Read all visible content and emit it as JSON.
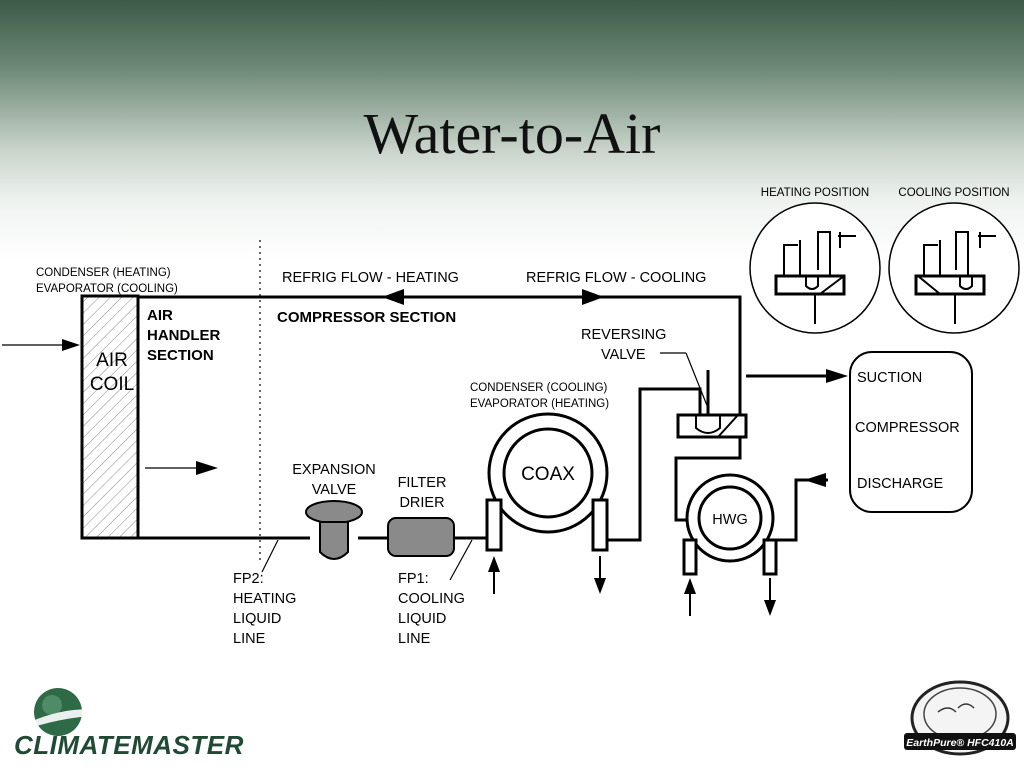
{
  "title": "Water-to-Air",
  "labels": {
    "condenser_heating": "CONDENSER (HEATING)",
    "evaporator_cooling": "EVAPORATOR (COOLING)",
    "refrig_flow_heating": "REFRIG FLOW - HEATING",
    "refrig_flow_cooling": "REFRIG FLOW - COOLING",
    "air_handler_1": "AIR",
    "air_handler_2": "HANDLER",
    "air_handler_3": "SECTION",
    "compressor_section": "COMPRESSOR SECTION",
    "air_coil_1": "AIR",
    "air_coil_2": "COIL",
    "reversing_1": "REVERSING",
    "reversing_2": "VALVE",
    "coax_cond_1": "CONDENSER (COOLING)",
    "coax_cond_2": "EVAPORATOR (HEATING)",
    "coax": "COAX",
    "expansion_1": "EXPANSION",
    "expansion_2": "VALVE",
    "filter_1": "FILTER",
    "filter_2": "DRIER",
    "hwg": "HWG",
    "suction": "SUCTION",
    "compressor": "COMPRESSOR",
    "discharge": "DISCHARGE",
    "fp2": [
      "FP2:",
      "HEATING",
      "LIQUID",
      "LINE"
    ],
    "fp1": [
      "FP1:",
      "COOLING",
      "LIQUID",
      "LINE"
    ],
    "heating_position": "HEATING POSITION",
    "cooling_position": "COOLING POSITION"
  },
  "logos": {
    "brand": "CLIMATEMASTER",
    "badge": "EarthPure® HFC410A"
  },
  "colors": {
    "header_dark": "#3c5a47",
    "brand_green": "#1f4a33",
    "component_gray": "#8a8a8a"
  }
}
